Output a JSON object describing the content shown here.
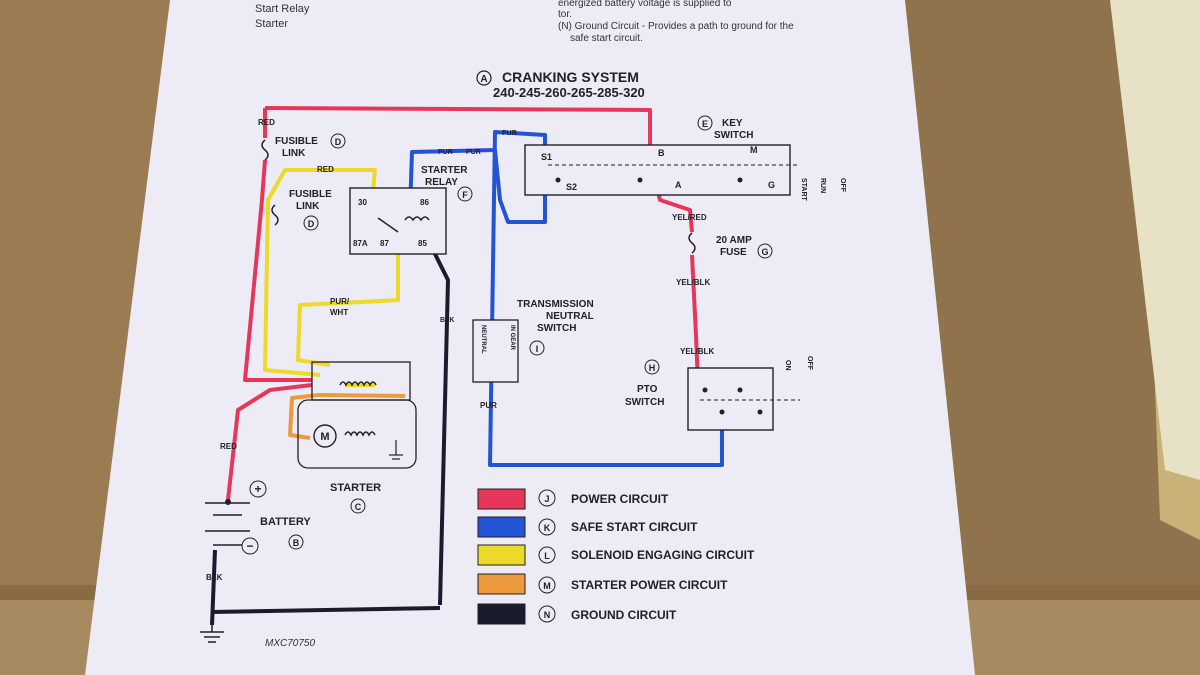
{
  "header": {
    "left_lines": [
      "Start Relay",
      "Starter"
    ],
    "right_lines": [
      "energized battery voltage is supplied to",
      "tor.",
      "(N) Ground Circuit - Provides a path to ground for the",
      "safe start circuit."
    ]
  },
  "title": {
    "letter": "A",
    "line1": "CRANKING SYSTEM",
    "line2": "240-245-260-265-285-320"
  },
  "components": {
    "fusible_link_top": {
      "line1": "FUSIBLE",
      "line2": "LINK",
      "letter": "D"
    },
    "fusible_link_mid": {
      "line1": "FUSIBLE",
      "line2": "LINK",
      "letter": "D"
    },
    "starter_relay": {
      "line1": "STARTER",
      "line2": "RELAY",
      "letter": "F",
      "terminals": [
        "30",
        "86",
        "87A",
        "87",
        "85"
      ]
    },
    "key_switch": {
      "letter": "E",
      "line1": "KEY",
      "line2": "SWITCH",
      "terminals": [
        "S1",
        "S2",
        "B",
        "A",
        "M",
        "G"
      ],
      "positions": [
        "START",
        "RUN",
        "OFF"
      ]
    },
    "fuse_20a": {
      "line1": "20 AMP",
      "line2": "FUSE",
      "letter": "G"
    },
    "transmission_switch": {
      "line1": "TRANSMISSION",
      "line2": "NEUTRAL",
      "line3": "SWITCH",
      "letter": "I",
      "pos_left": "NEUTRAL",
      "pos_right": "IN GEAR"
    },
    "pto_switch": {
      "letter": "H",
      "line1": "PTO",
      "line2": "SWITCH",
      "on": "ON",
      "off": "OFF"
    },
    "starter": {
      "label": "STARTER",
      "letter": "C",
      "motor": "M"
    },
    "battery": {
      "label": "BATTERY",
      "letter": "B",
      "plus": "+",
      "minus": "−"
    }
  },
  "wire_labels": {
    "red_top": "RED",
    "red_mid": "RED",
    "red_battery": "RED",
    "pur_relay": "PUR",
    "pur_key": "PUR",
    "pur_wht": "PUR/\nWHT",
    "blk_relay": "BLK",
    "blk_battery": "BLK",
    "pur_trans": "PUR",
    "yel_red": "YEL/RED",
    "yel_blk_1": "YEL/BLK",
    "yel_blk_2": "YEL/BLK"
  },
  "legend": [
    {
      "letter": "J",
      "label": "POWER CIRCUIT",
      "color": "#e6375a"
    },
    {
      "letter": "K",
      "label": "SAFE START CIRCUIT",
      "color": "#2454d6"
    },
    {
      "letter": "L",
      "label": "SOLENOID ENGAGING CIRCUIT",
      "color": "#ecd928"
    },
    {
      "letter": "M",
      "label": "STARTER POWER CIRCUIT",
      "color": "#ec9a3c"
    },
    {
      "letter": "N",
      "label": "GROUND CIRCUIT",
      "color": "#1b1b2e"
    }
  ],
  "figure_id": "MXC70750",
  "colors": {
    "red": "#e6375a",
    "blue": "#2454d6",
    "yellow": "#ecd928",
    "orange": "#ec9a3c",
    "black": "#1b1b2e",
    "paper": "#ecebf6"
  }
}
